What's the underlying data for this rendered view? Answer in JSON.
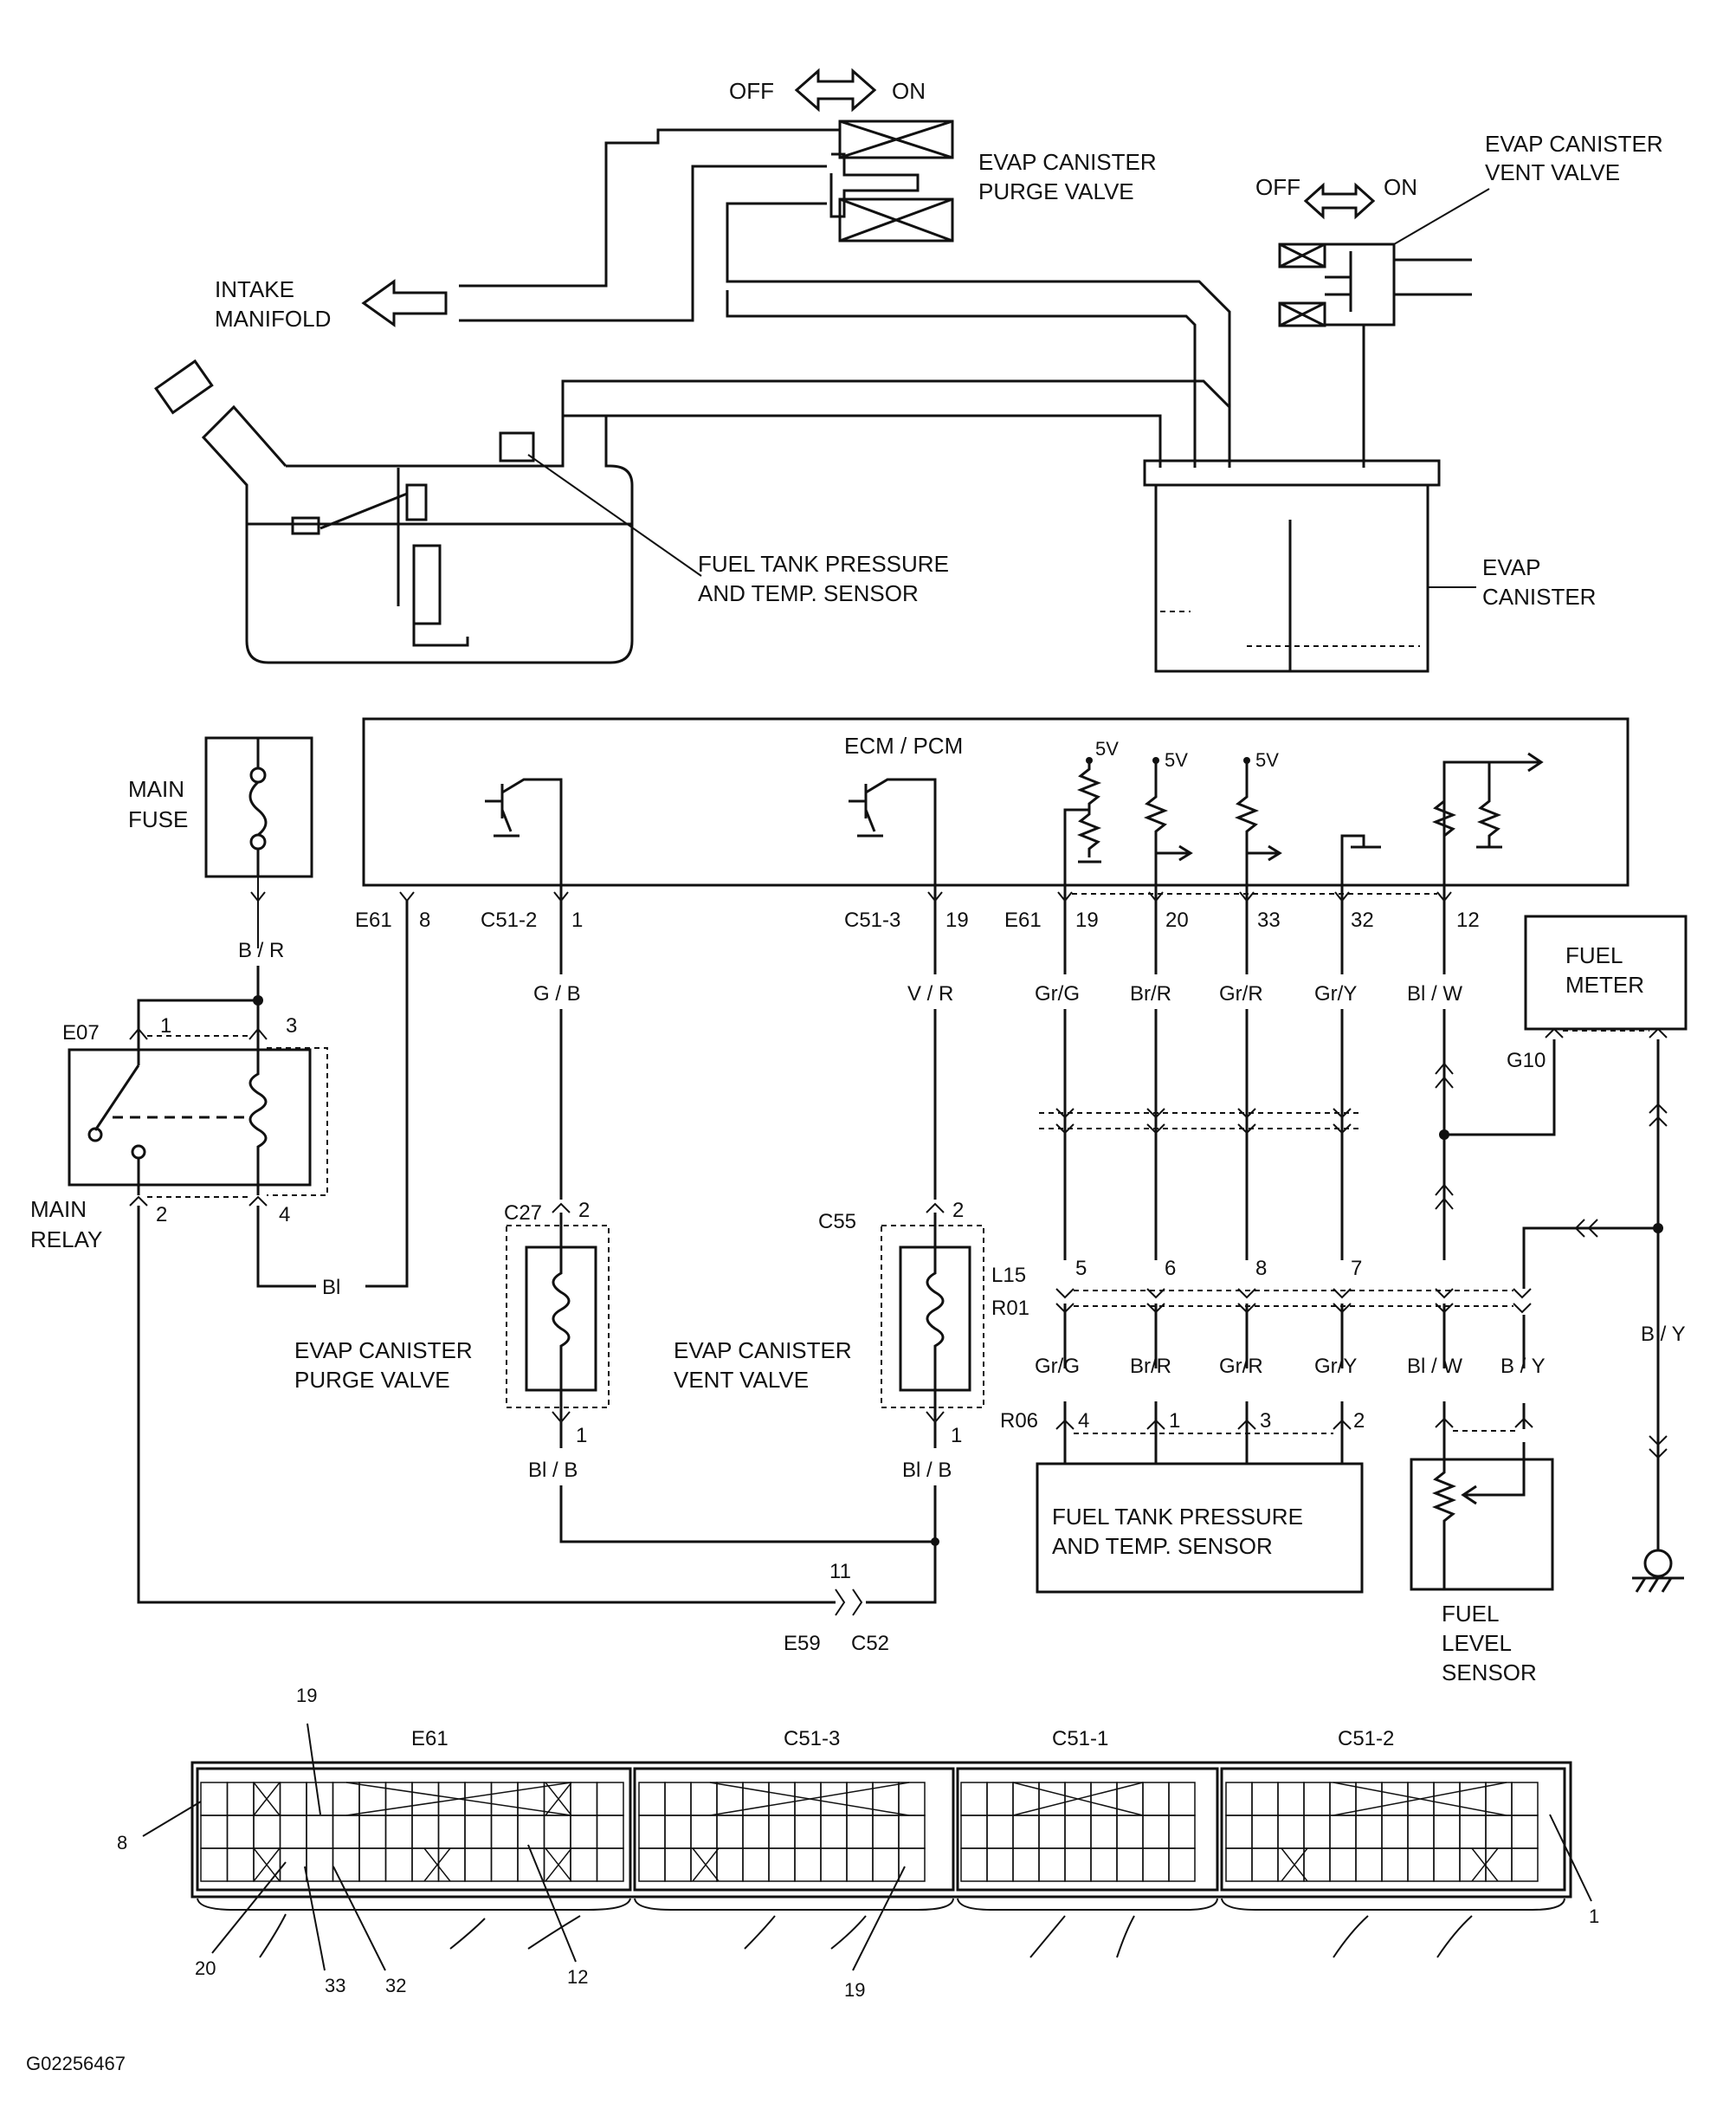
{
  "labels": {
    "off_top": "OFF",
    "on_top": "ON",
    "purge_valve_top": "EVAP CANISTER\nPURGE VALVE",
    "vent_valve_top": "EVAP CANISTER\nVENT VALVE",
    "off_vent": "OFF",
    "on_vent": "ON",
    "intake": "INTAKE\nMANIFOLD",
    "tank_sensor_top": "FUEL TANK PRESSURE\nAND TEMP. SENSOR",
    "evap_canister": "EVAP\nCANISTER",
    "ecm": "ECM / PCM",
    "main_fuse": "MAIN\nFUSE",
    "main_relay": "MAIN\nRELAY",
    "fuel_meter": "FUEL\nMETER",
    "purge_valve_bottom": "EVAP CANISTER\nPURGE VALVE",
    "vent_valve_bottom": "EVAP CANISTER\nVENT VALVE",
    "tank_sensor_bottom": "FUEL TANK PRESSURE\nAND TEMP. SENSOR",
    "fuel_level": "FUEL\nLEVEL\nSENSOR",
    "figure_id": "G02256467"
  },
  "voltages": [
    "5V",
    "5V",
    "5V"
  ],
  "connectors": {
    "e61_8": "E61",
    "pin_8": "8",
    "c51_2": "C51-2",
    "pin_1": "1",
    "c51_3": "C51-3",
    "pin_19": "19",
    "e61_b": "E61",
    "pin_19b": "19",
    "pin_20": "20",
    "pin_33": "33",
    "pin_32": "32",
    "pin_12": "12",
    "e07": "E07",
    "e07_1": "1",
    "e07_3": "3",
    "e07_2": "2",
    "e07_4": "4",
    "g10": "G10",
    "c27": "C27",
    "c27_2": "2",
    "c27_1": "1",
    "c55": "C55",
    "c55_2": "2",
    "c55_1": "1",
    "l15": "L15",
    "r01": "R01",
    "l15_5": "5",
    "l15_6": "6",
    "l15_8": "8",
    "l15_7": "7",
    "r06": "R06",
    "r06_4": "4",
    "r06_1": "1",
    "r06_3": "3",
    "r06_2": "2",
    "e59": "E59",
    "c52": "C52",
    "pin_11": "11"
  },
  "wires": {
    "br": "B / R",
    "bl": "Bl",
    "gb": "G / B",
    "vr": "V / R",
    "grg": "Gr/G",
    "brr": "Br/R",
    "grr": "Gr/R",
    "gry": "Gr/Y",
    "blw": "Bl / W",
    "grg2": "Gr/G",
    "brr2": "Br/R",
    "grr2": "Gr/R",
    "gry2": "Gr/Y",
    "blw2": "Bl / W",
    "by2": "B / Y",
    "by": "B / Y",
    "blb1": "Bl / B",
    "blb2": "Bl / B"
  },
  "ecm_connector": {
    "names": [
      "E61",
      "C51-3",
      "C51-1",
      "C51-2"
    ],
    "callouts": {
      "c19": "19",
      "c8": "8",
      "c20": "20",
      "c33": "33",
      "c32": "32",
      "c12": "12",
      "c19b": "19",
      "c1": "1"
    }
  }
}
